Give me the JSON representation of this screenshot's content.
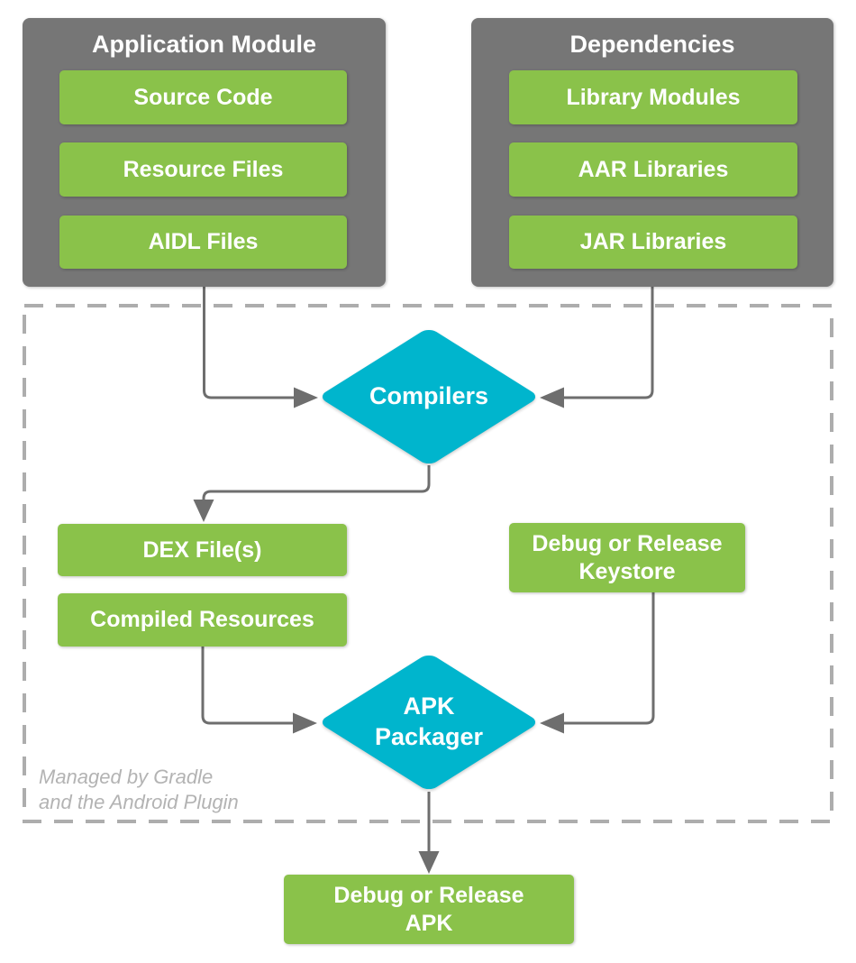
{
  "application_module": {
    "title": "Application Module",
    "items": [
      "Source Code",
      "Resource Files",
      "AIDL Files"
    ]
  },
  "dependencies": {
    "title": "Dependencies",
    "items": [
      "Library Modules",
      "AAR Libraries",
      "JAR Libraries"
    ]
  },
  "build": {
    "compilers": "Compilers",
    "apk_packager": "APK Packager",
    "dex": "DEX File(s)",
    "compiled_resources": "Compiled Resources",
    "keystore": "Debug or Release Keystore",
    "caption_line1": "Managed by Gradle",
    "caption_line2": "and the Android Plugin"
  },
  "output": {
    "apk": "Debug or Release APK"
  },
  "colors": {
    "green": "#8ac24a",
    "gray": "#767676",
    "cyan": "#00b5cd",
    "connector": "#6e6e6e",
    "dashed_border": "#adadad",
    "caption_text": "#b3b3b3"
  }
}
